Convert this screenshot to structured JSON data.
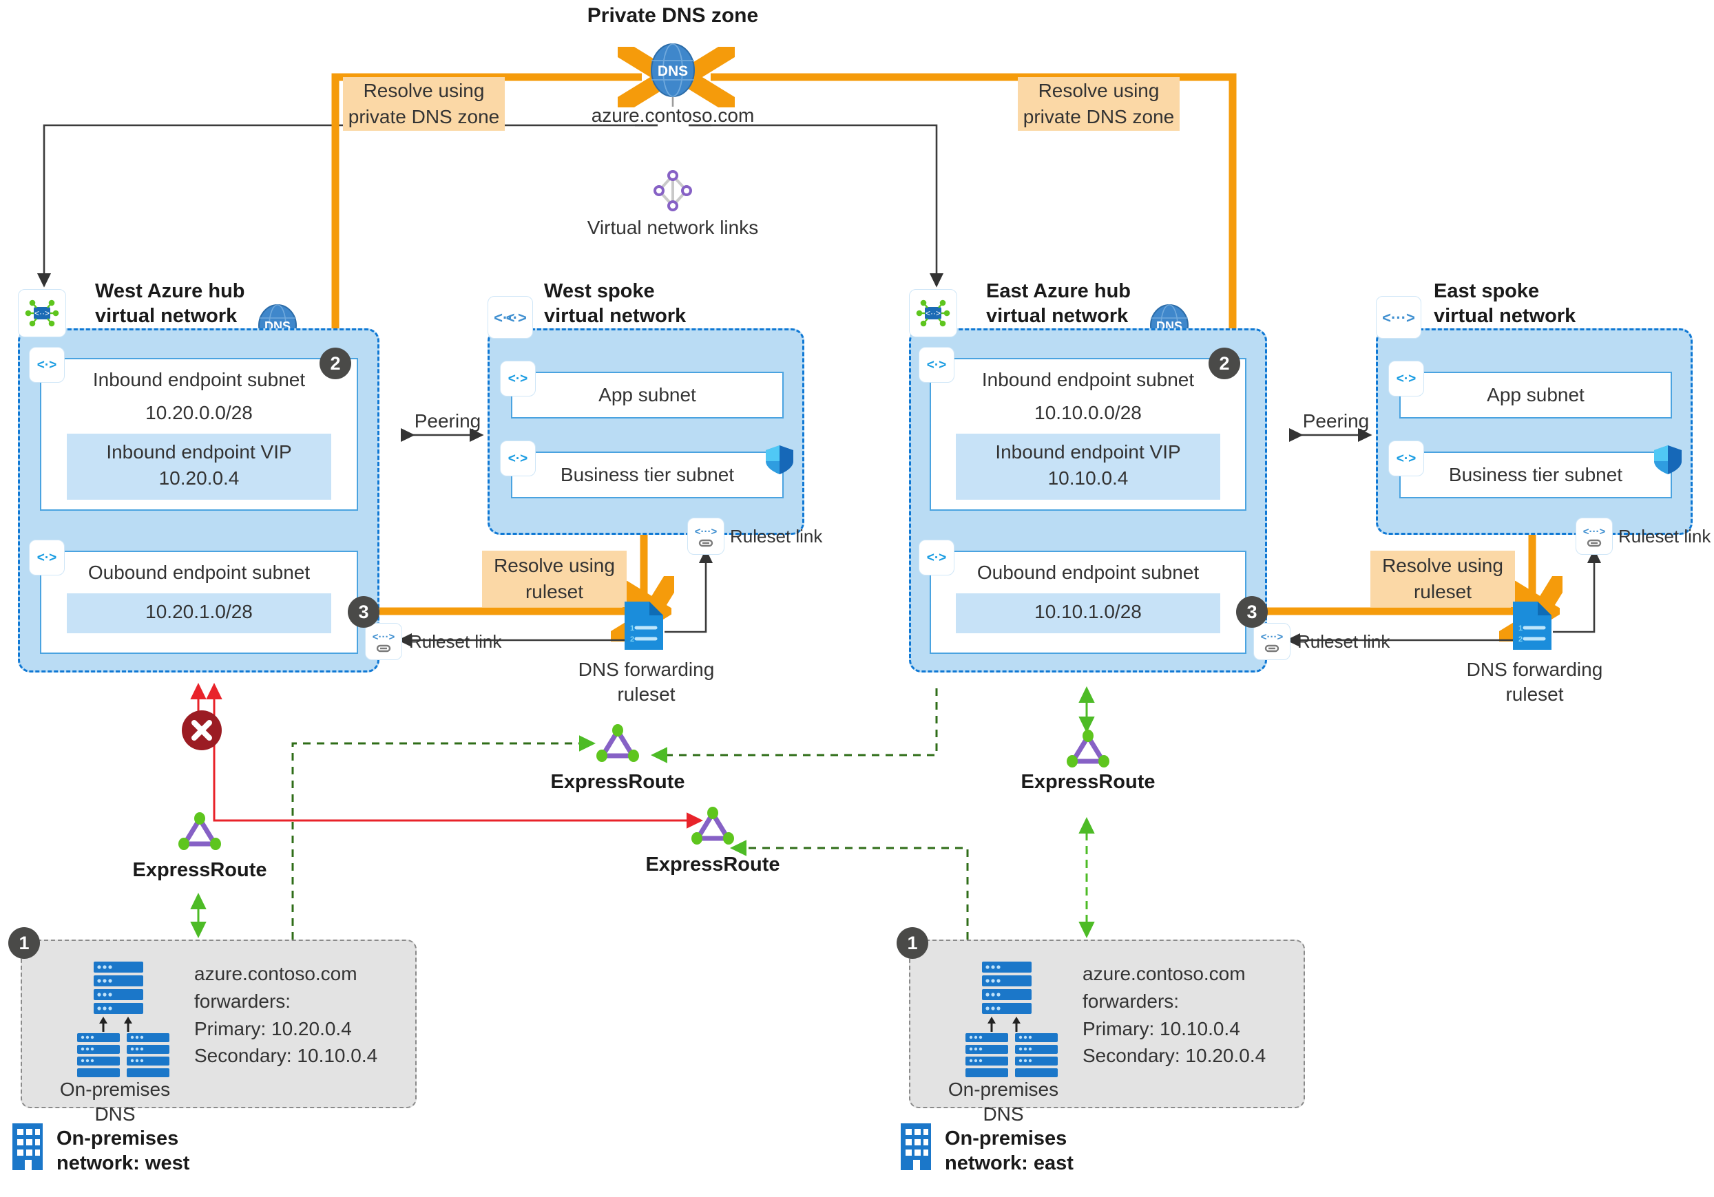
{
  "diagram": {
    "title": "Private DNS zone",
    "zone_name": "azure.contoso.com",
    "vnet_links_label": "Virtual network links"
  },
  "callouts": {
    "private_dns_west": "Resolve using\nprivate DNS zone",
    "private_dns_east": "Resolve using\nprivate DNS zone",
    "ruleset_west": "Resolve using\nruleset",
    "ruleset_east": "Resolve using\nruleset"
  },
  "steps": {
    "one": "1",
    "two": "2",
    "three": "3"
  },
  "hubs": [
    {
      "key": "west-hub",
      "title": "West Azure hub\nvirtual network",
      "dns_badge": "DNS",
      "inbound_subnet": "Inbound endpoint subnet",
      "inbound_cidr": "10.20.0.0/28",
      "vip_label": "Inbound endpoint VIP",
      "vip_ip": "10.20.0.4",
      "outbound_subnet": "Oubound endpoint subnet",
      "outbound_cidr": "10.20.1.0/28"
    },
    {
      "key": "east-hub",
      "title": "East Azure hub\nvirtual network",
      "dns_badge": "DNS",
      "inbound_subnet": "Inbound endpoint subnet",
      "inbound_cidr": "10.10.0.0/28",
      "vip_label": "Inbound endpoint VIP",
      "vip_ip": "10.10.0.4",
      "outbound_subnet": "Oubound endpoint subnet",
      "outbound_cidr": "10.10.1.0/28"
    }
  ],
  "spokes": [
    {
      "key": "west-spoke",
      "title": "West spoke\nvirtual network",
      "app_subnet": "App subnet",
      "business_subnet": "Business tier subnet"
    },
    {
      "key": "east-spoke",
      "title": "East spoke\nvirtual network",
      "app_subnet": "App subnet",
      "business_subnet": "Business tier subnet"
    }
  ],
  "peering_labels": {
    "west": "Peering",
    "east": "Peering"
  },
  "rulesets": [
    {
      "key": "west-ruleset",
      "label": "DNS forwarding\nruleset",
      "link_label_left": "Ruleset link",
      "link_label_right": "Ruleset link"
    },
    {
      "key": "east-ruleset",
      "label": "DNS forwarding\nruleset",
      "link_label_left": "Ruleset link",
      "link_label_right": "Ruleset link"
    }
  ],
  "expressroutes": [
    {
      "key": "er-west-hub",
      "label": "ExpressRoute"
    },
    {
      "key": "er-mid-upper",
      "label": "ExpressRoute"
    },
    {
      "key": "er-mid-lower",
      "label": "ExpressRoute"
    },
    {
      "key": "er-east-hub",
      "label": "ExpressRoute"
    }
  ],
  "onprem": [
    {
      "key": "onprem-west",
      "step": "1",
      "dns_caption": "On-premises\nDNS",
      "forwarders": "azure.contoso.com\nforwarders:\nPrimary: 10.20.0.4\nSecondary: 10.10.0.4",
      "network_label": "On-premises\nnetwork: west"
    },
    {
      "key": "onprem-east",
      "step": "1",
      "dns_caption": "On-premises\nDNS",
      "forwarders": "azure.contoso.com\nforwarders:\nPrimary: 10.10.0.4\nSecondary: 10.20.0.4",
      "network_label": "On-premises\nnetwork: east"
    }
  ],
  "colors": {
    "orange": "#F59B0B",
    "callout_bg": "#FBD8A6",
    "vnet_fill": "#BADCF4",
    "vnet_border": "#0F78D4",
    "green": "#4DBB26",
    "red": "#E8232A",
    "blocked": "#9B1C23",
    "badge": "#4A4A48",
    "dns_blue": "#2E76BC"
  }
}
